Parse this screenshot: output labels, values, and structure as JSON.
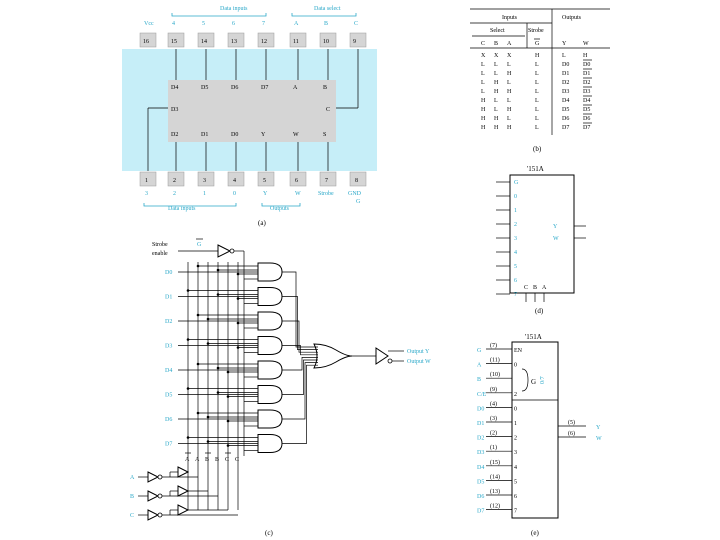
{
  "panel_a": {
    "label": "(a)",
    "top_group_data": "Data inputs",
    "top_group_select": "Data select",
    "top_pins": [
      {
        "num": "16",
        "name": "Vcc"
      },
      {
        "num": "15",
        "name": "4"
      },
      {
        "num": "14",
        "name": "5"
      },
      {
        "num": "13",
        "name": "6"
      },
      {
        "num": "12",
        "name": "7"
      },
      {
        "num": "11",
        "name": "A"
      },
      {
        "num": "10",
        "name": "B"
      },
      {
        "num": "9",
        "name": "C"
      }
    ],
    "bottom_pins": [
      {
        "num": "1",
        "name": "3"
      },
      {
        "num": "2",
        "name": "2"
      },
      {
        "num": "3",
        "name": "1"
      },
      {
        "num": "4",
        "name": "0"
      },
      {
        "num": "5",
        "name": "Y"
      },
      {
        "num": "6",
        "name": "W"
      },
      {
        "num": "7",
        "name": "Strobe"
      },
      {
        "num": "8",
        "name": "GND"
      }
    ],
    "bottom_strobe_sub": "G",
    "bottom_group_data": "Data inputs",
    "bottom_group_out": "Outputs",
    "chip_top": [
      "D4",
      "D5",
      "D6",
      "D7",
      "A",
      "B"
    ],
    "chip_mid_left": "D3",
    "chip_mid_right": "C",
    "chip_bottom": [
      "D2",
      "D1",
      "D0",
      "Y",
      "W",
      "S"
    ]
  },
  "panel_b": {
    "label": "(b)",
    "hdr_inputs": "Inputs",
    "hdr_outputs": "Outputs",
    "hdr_select": "Select",
    "hdr_strobe": "Strobe",
    "cols": [
      "C",
      "B",
      "A",
      "G",
      "Y",
      "W"
    ],
    "rows": [
      [
        "X",
        "X",
        "X",
        "H",
        "L",
        "H"
      ],
      [
        "L",
        "L",
        "L",
        "L",
        "D0",
        "D0"
      ],
      [
        "L",
        "L",
        "H",
        "L",
        "D1",
        "D1"
      ],
      [
        "L",
        "H",
        "L",
        "L",
        "D2",
        "D2"
      ],
      [
        "L",
        "H",
        "H",
        "L",
        "D3",
        "D3"
      ],
      [
        "H",
        "L",
        "L",
        "L",
        "D4",
        "D4"
      ],
      [
        "H",
        "L",
        "H",
        "L",
        "D5",
        "D5"
      ],
      [
        "H",
        "H",
        "L",
        "L",
        "D6",
        "D6"
      ],
      [
        "H",
        "H",
        "H",
        "L",
        "D7",
        "D7"
      ]
    ]
  },
  "panel_c": {
    "label": "(c)",
    "strobe_line1": "Strobe",
    "strobe_line2": "enable",
    "strobe_g": "G",
    "data_labels": [
      "D0",
      "D1",
      "D2",
      "D3",
      "D4",
      "D5",
      "D6",
      "D7"
    ],
    "out_y": "Output Y",
    "out_w": "Output W",
    "bus_labels": [
      "A",
      "A",
      "B",
      "B",
      "C",
      "C"
    ],
    "in_labels": [
      "A",
      "B",
      "C"
    ]
  },
  "panel_d": {
    "label": "(d)",
    "title": "'151A",
    "left_pins": [
      "G",
      "0",
      "1",
      "2",
      "3",
      "4",
      "5",
      "6",
      "7"
    ],
    "right_pins": [
      "Y",
      "W"
    ],
    "bottom_pins": [
      "C",
      "B",
      "A"
    ]
  },
  "panel_e": {
    "label": "(e)",
    "title": "'151A",
    "en": "EN",
    "left_rows": [
      {
        "pin": "(7)",
        "name": "G",
        "inner": "EN"
      },
      {
        "pin": "(11)",
        "name": "A",
        "inner": "0"
      },
      {
        "pin": "(10)",
        "name": "B",
        "inner": ""
      },
      {
        "pin": "(9)",
        "name": "C/E",
        "inner": "2"
      },
      {
        "pin": "(4)",
        "name": "D0",
        "inner": "0"
      },
      {
        "pin": "(3)",
        "name": "D1",
        "inner": "1"
      },
      {
        "pin": "(2)",
        "name": "D2",
        "inner": "2"
      },
      {
        "pin": "(1)",
        "name": "D3",
        "inner": "3"
      },
      {
        "pin": "(15)",
        "name": "D4",
        "inner": "4"
      },
      {
        "pin": "(14)",
        "name": "D5",
        "inner": "5"
      },
      {
        "pin": "(13)",
        "name": "D6",
        "inner": "6"
      },
      {
        "pin": "(12)",
        "name": "D7",
        "inner": "7"
      }
    ],
    "g_label": "G",
    "g_frac": "0/7",
    "right_rows": [
      {
        "pin": "(5)",
        "name": "Y"
      },
      {
        "pin": "(6)",
        "name": "W"
      }
    ]
  }
}
